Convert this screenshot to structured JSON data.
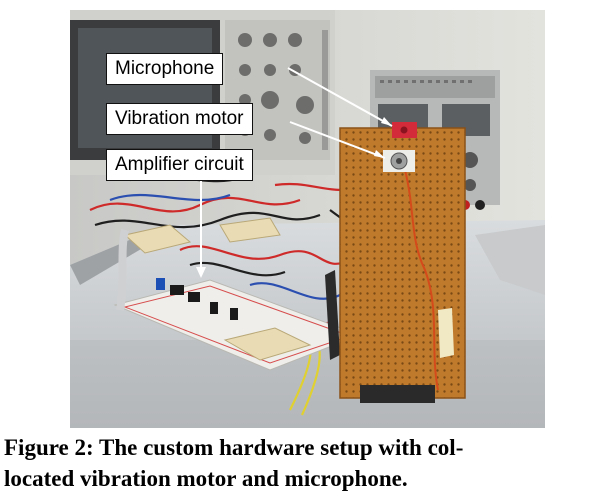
{
  "figure": {
    "labels": {
      "microphone": "Microphone",
      "vibration_motor": "Vibration motor",
      "amplifier": "Amplifier circuit"
    }
  },
  "caption": {
    "line1": "Figure 2: The custom hardware setup with col-",
    "line2": "located vibration motor and microphone."
  }
}
